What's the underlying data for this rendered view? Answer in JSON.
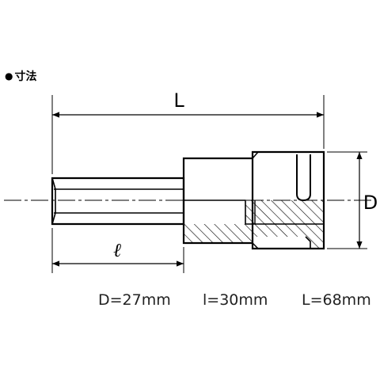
{
  "heading": {
    "bullet": "●",
    "text": "寸法"
  },
  "labels": {
    "L": "L",
    "D": "D",
    "l": "ℓ"
  },
  "dimensions": [
    {
      "text": "D=27mm"
    },
    {
      "text": "l=30mm"
    },
    {
      "text": "L=68mm"
    }
  ]
}
